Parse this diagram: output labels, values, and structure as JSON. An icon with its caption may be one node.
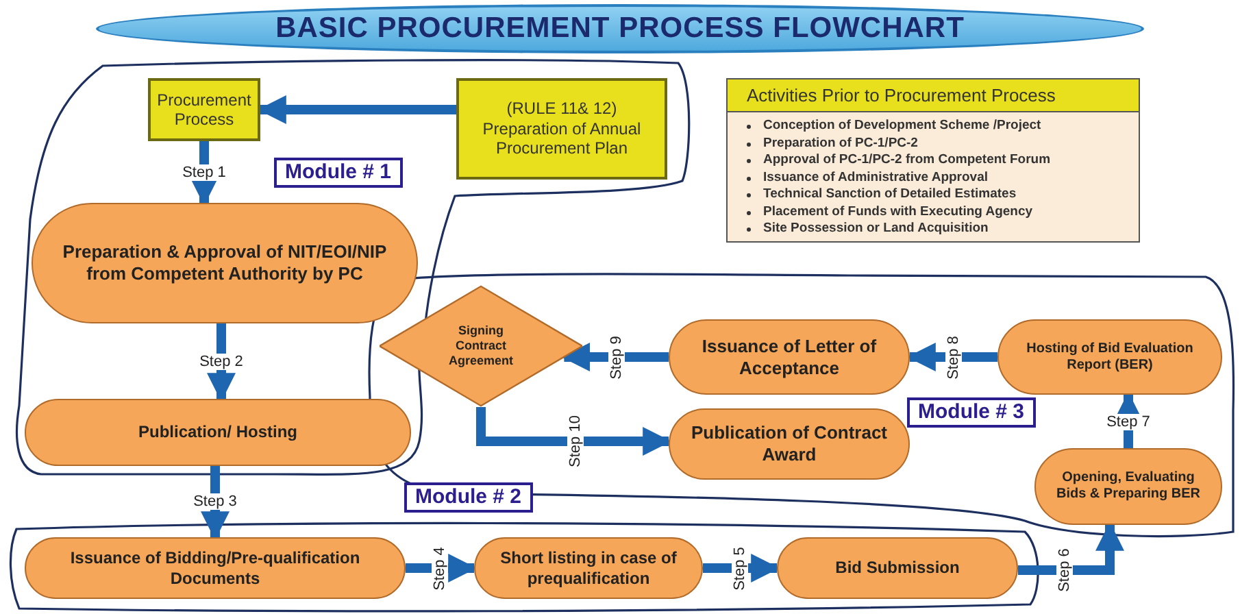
{
  "diagram": {
    "title": "BASIC PROCUREMENT PROCESS FLOWCHART",
    "nodes": [
      {
        "text": [
          "Procurement Process"
        ]
      },
      {
        "text": [
          "(RULE 11& 12) Preparation of Annual Procurement Plan"
        ]
      },
      {
        "text": [
          "Preparation & Approval of NIT/EOI/NIP from Competent Authority by PC"
        ]
      },
      {
        "text": [
          "Publication/ Hosting"
        ]
      },
      {
        "text": [
          "Issuance of Bidding/Pre-qualification Documents"
        ]
      },
      {
        "text": [
          "Short listing in case of prequalification"
        ]
      },
      {
        "text": [
          "Bid Submission"
        ]
      },
      {
        "text": [
          "Opening, Evaluating Bids & Preparing BER"
        ]
      },
      {
        "text": [
          "Hosting of Bid Evaluation Report (BER)"
        ]
      },
      {
        "text": [
          "Issuance of Letter of Acceptance"
        ]
      },
      {
        "text": [
          "Signing Contract Agreement"
        ]
      },
      {
        "text": [
          "Publication of Contract Award"
        ]
      },
      {
        "text": [
          "Activities Prior to Procurement Process",
          "Conception of Development Scheme /Project",
          "Preparation  of PC-1/PC-2",
          "Approval of PC-1/PC-2 from Competent Forum",
          "Issuance of Administrative Approval",
          "Technical Sanction of Detailed Estimates",
          "Placement of Funds with Executing Agency",
          "Site Possession or Land Acquisition"
        ]
      }
    ],
    "edges": [
      {
        "from": 1,
        "to": 0,
        "arrow": "to"
      },
      {
        "from": 0,
        "to": 2,
        "arrow": "to",
        "label": "Step 1"
      },
      {
        "from": 2,
        "to": 3,
        "arrow": "to",
        "label": "Step 2"
      },
      {
        "from": 3,
        "to": 4,
        "arrow": "to",
        "label": "Step 3"
      },
      {
        "from": 4,
        "to": 5,
        "arrow": "to",
        "label": "Step 4"
      },
      {
        "from": 5,
        "to": 6,
        "arrow": "to",
        "label": "Step 5"
      },
      {
        "from": 6,
        "to": 7,
        "arrow": "to",
        "label": "Step 6"
      },
      {
        "from": 7,
        "to": 8,
        "arrow": "to",
        "label": "Step 7"
      },
      {
        "from": 8,
        "to": 9,
        "arrow": "to",
        "label": "Step 8"
      },
      {
        "from": 9,
        "to": 10,
        "arrow": "to",
        "label": "Step 9"
      },
      {
        "from": 10,
        "to": 11,
        "arrow": "to",
        "label": "Step 10"
      }
    ],
    "labels": [
      "Module # 1",
      "Module # 2",
      "Module # 3"
    ]
  }
}
